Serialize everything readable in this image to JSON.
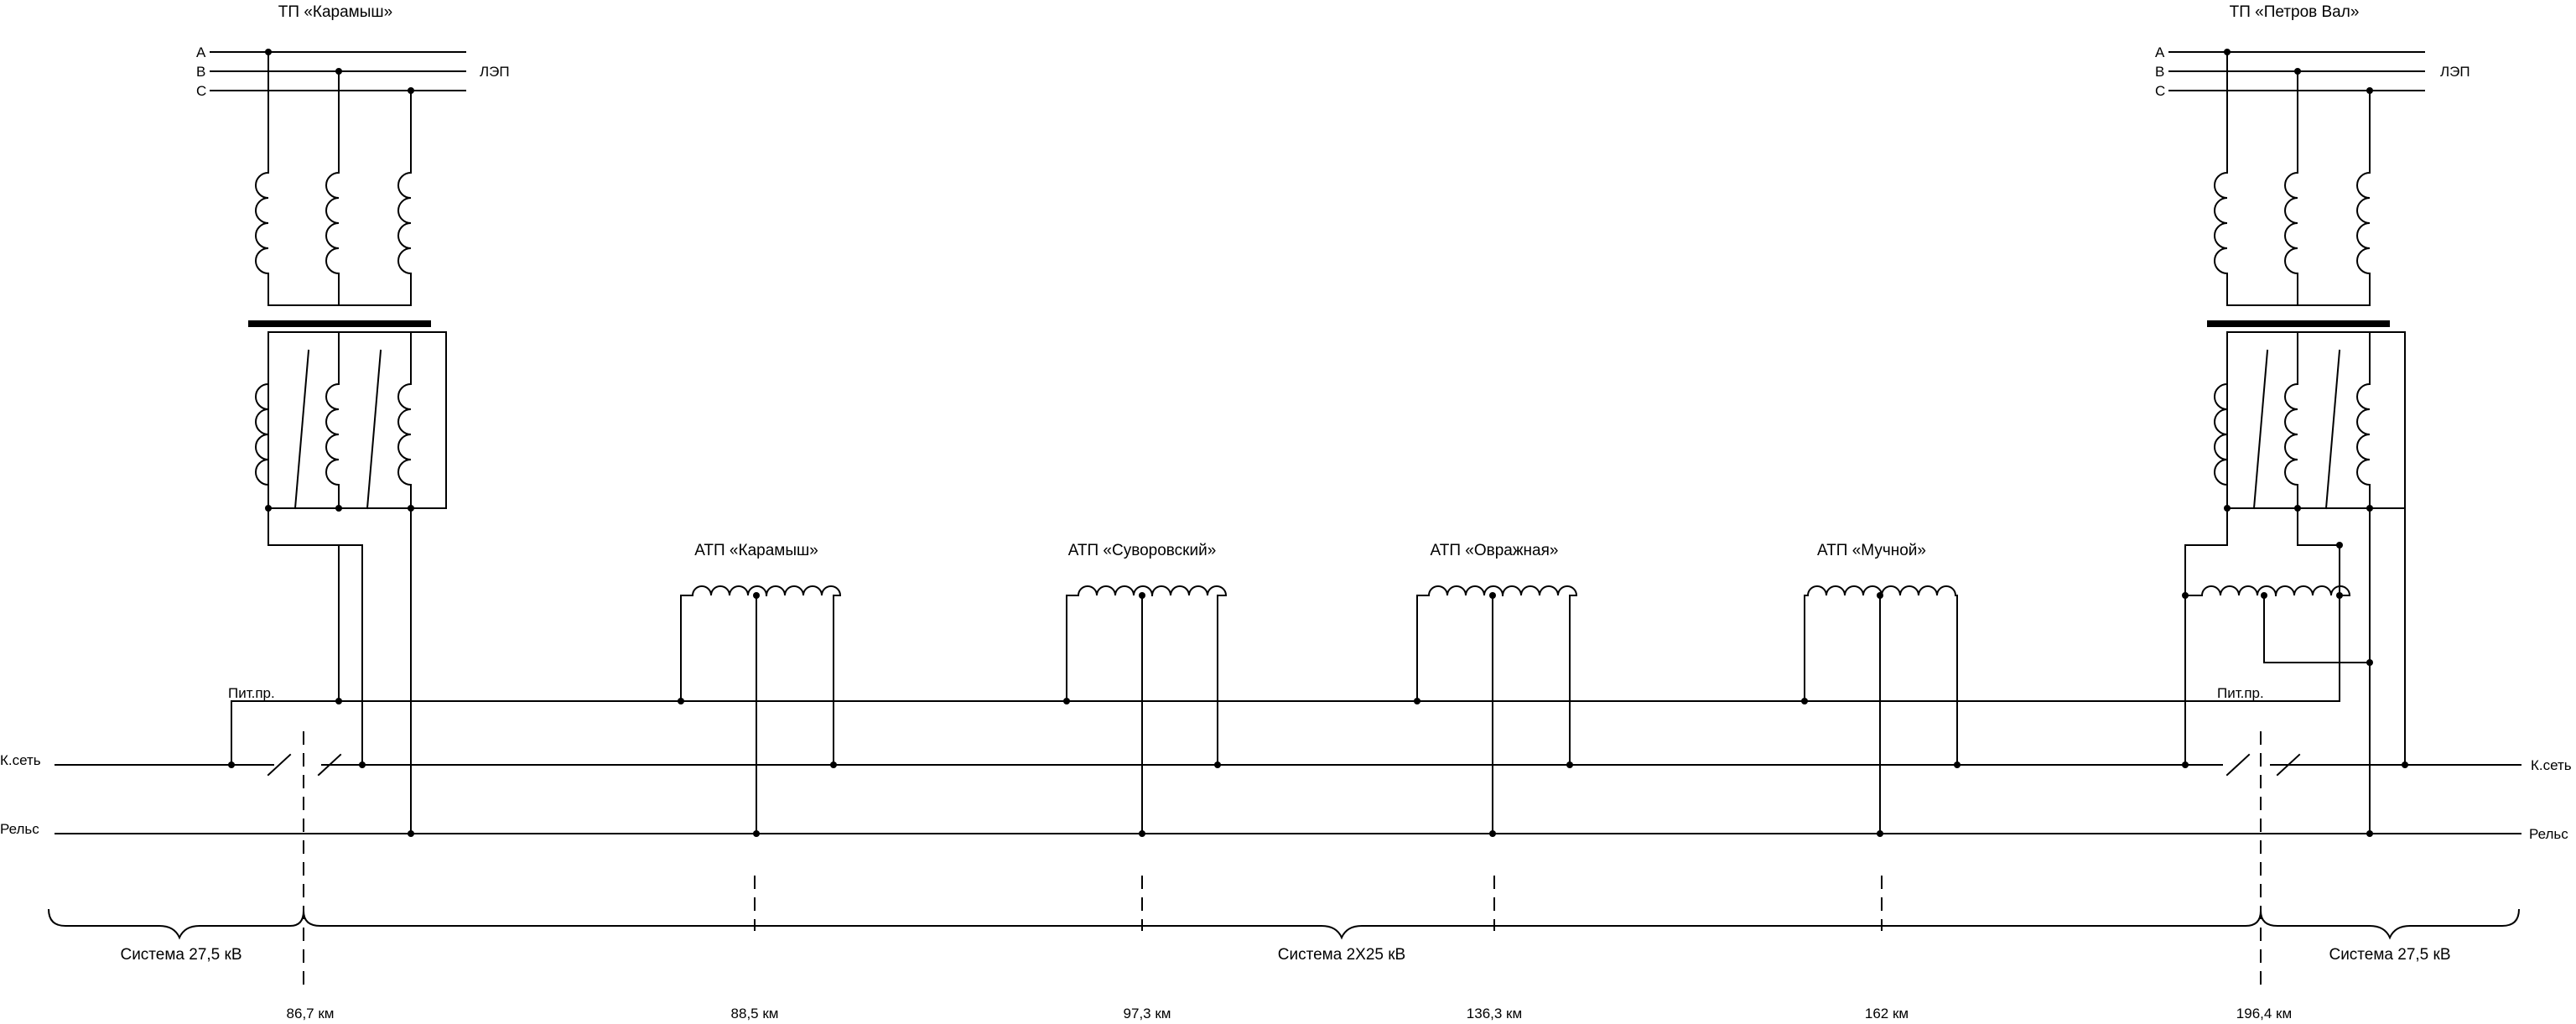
{
  "substations": {
    "left": {
      "title": "ТП «Карамыш»",
      "phases": [
        "A",
        "B",
        "C"
      ],
      "line": "ЛЭП"
    },
    "right": {
      "title": "ТП «Петров Вал»",
      "phases": [
        "A",
        "B",
        "C"
      ],
      "line": "ЛЭП"
    }
  },
  "autotransformers": [
    {
      "label": "АТП «Карамыш»"
    },
    {
      "label": "АТП «Суворовский»"
    },
    {
      "label": "АТП «Овражная»"
    },
    {
      "label": "АТП «Мучной»"
    }
  ],
  "conductors": {
    "feeder_left": "Пит.пр.",
    "feeder_right": "Пит.пр.",
    "contact_left": "К.сеть",
    "contact_right": "К.сеть",
    "rail_left": "Рельс",
    "rail_right": "Рельс"
  },
  "systems": {
    "left": "Система 27,5 кВ",
    "middle": "Система 2Х25 кВ",
    "right": "Система 27,5 кВ"
  },
  "distances": [
    "86,7 км",
    "88,5 км",
    "97,3 км",
    "136,3 км",
    "162 км",
    "196,4 км"
  ]
}
